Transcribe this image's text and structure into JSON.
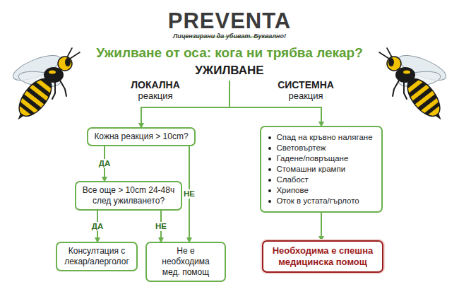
{
  "diagram": {
    "title": "Ужилване от оса: кога ни трябва лекар?",
    "nodes": [
      {
        "text": [
          "УЖИЛВАНЕ"
        ]
      },
      {
        "text": [
          "Кожна реакция > 10cm?"
        ]
      },
      {
        "text": [
          "Все още > 10cm 24-48ч след ужилването?"
        ]
      },
      {
        "text": [
          "Консултация с лекар/алерголог"
        ]
      },
      {
        "text": [
          "Не е необходима мед. помощ"
        ]
      },
      {
        "text": [
          "Спад на кръвно налягане",
          "Световъртеж",
          "Гадене/повръщане",
          "Стомашни крампи",
          "Слабост",
          "Хрипове",
          "Оток в устата/гърлото"
        ]
      },
      {
        "text": [
          "Необходима е спешна медицинска помощ"
        ]
      }
    ],
    "edges": [
      {
        "from": 0,
        "to": 1,
        "arrow": "to"
      },
      {
        "from": 0,
        "to": 5,
        "arrow": "to"
      },
      {
        "from": 1,
        "to": 2,
        "label": "ДА",
        "arrow": "to"
      },
      {
        "from": 1,
        "to": 4,
        "label": "НЕ",
        "arrow": "to"
      },
      {
        "from": 2,
        "to": 3,
        "label": "ДА",
        "arrow": "to"
      },
      {
        "from": 2,
        "to": 4,
        "label": "НЕ",
        "arrow": "to"
      },
      {
        "from": 5,
        "to": 6,
        "arrow": "to"
      }
    ],
    "labels": [
      "PREVENTA",
      "Лицензирани да убиват. Буквално!",
      "ЛОКАЛНА",
      "реакция",
      "СИСТЕМНА",
      "реакция"
    ]
  }
}
